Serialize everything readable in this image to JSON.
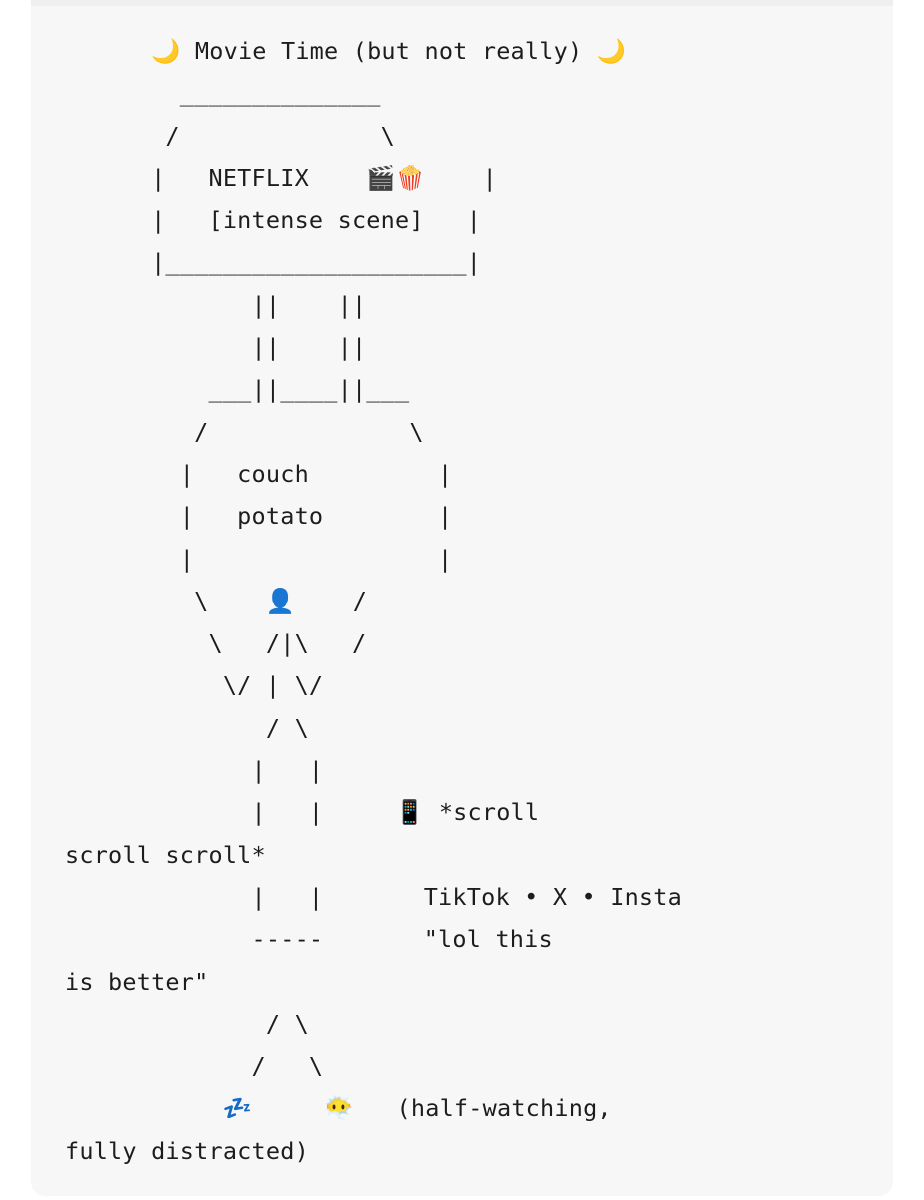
{
  "ascii_art": {
    "lines": [
      "      🌙 Movie Time (but not really) 🌙",
      "        ______________",
      "       /              \\",
      "      |   NETFLIX    🎬🍿    |",
      "      |   [intense scene]   |",
      "      |_____________________|",
      "             ||    ||",
      "             ||    ||",
      "          ___||____||___",
      "         /              \\",
      "        |   couch         |",
      "        |   potato        |",
      "        |                 |",
      "         \\    👤    /",
      "          \\   /|\\   /",
      "           \\/ | \\/",
      "              / \\",
      "             |   |",
      "             |   |     📱 *scroll",
      "scroll scroll*",
      "             |   |       TikTok • X • Insta",
      "             -----       \"lol this",
      "is better\"",
      "              / \\",
      "             /   \\",
      "           💤     😶‍🌫️   (half-watching,",
      "fully distracted)"
    ]
  }
}
